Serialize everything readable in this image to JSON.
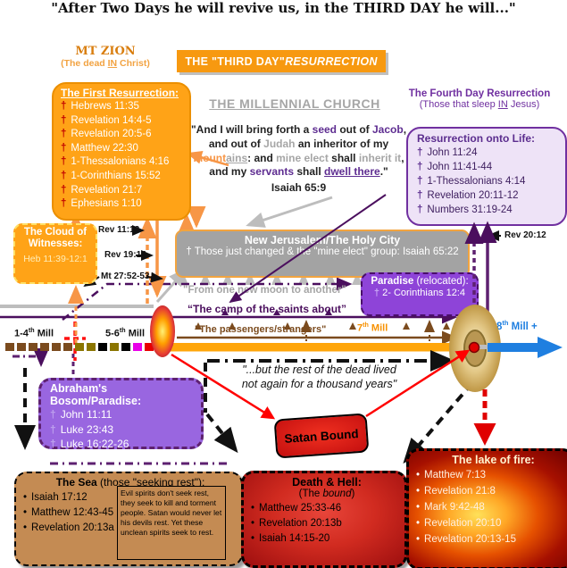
{
  "title": "\"After Two Days he will revive us, in the THIRD DAY he will...\"",
  "colors": {
    "banner_orange": "#F79910",
    "purple": "#7030A0",
    "purple_dark": "#4B0F5E",
    "red": "#E00000",
    "blue": "#1F7FE0",
    "brown": "#7B4B1E",
    "gray": "#A6A6A6"
  },
  "mt_zion": {
    "title": "MT ZION",
    "subtitle_segments": [
      {
        "t": "(The dead "
      },
      {
        "t": "IN",
        "u": 1
      },
      {
        "t": " Christ)"
      }
    ]
  },
  "banner_segments": [
    {
      "t": "THE \"THIRD DAY\" "
    },
    {
      "t": "RESURRECTION",
      "i": 1
    }
  ],
  "first_resurrection": {
    "title": "The First Resurrection:",
    "bullet": "†",
    "items": [
      "Hebrews 11:35",
      "Revelation 14:4-5",
      "Revelation 20:5-6",
      "Matthew 22:30",
      "1-Thessalonians 4:16",
      "1-Corinthians 15:52",
      "Revelation 21:7",
      "Ephesians 1:10"
    ]
  },
  "millennial_church": {
    "heading": "THE MILLENNIAL CHURCH",
    "quote_segments": [
      {
        "t": "\"And I will bring forth a "
      },
      {
        "t": "seed",
        "c": "#5E2D91"
      },
      {
        "t": " out of "
      },
      {
        "t": "Jacob",
        "c": "#5E2D91"
      },
      {
        "t": ","
      },
      {
        "br": 1
      },
      {
        "t": "and out of "
      },
      {
        "t": "Judah",
        "c": "#A6A6A6"
      },
      {
        "t": " an inheritor of my"
      },
      {
        "br": 1
      },
      {
        "t": "mount",
        "c": "#F79646"
      },
      {
        "t": "ains",
        "c": "#A6A6A6",
        "u": 1
      },
      {
        "t": ": and "
      },
      {
        "t": "mine elect",
        "c": "#A6A6A6"
      },
      {
        "t": " shall "
      },
      {
        "t": "inherit it",
        "c": "#A6A6A6"
      },
      {
        "t": ","
      },
      {
        "br": 1
      },
      {
        "t": "and my "
      },
      {
        "t": "servants",
        "c": "#5E2D91"
      },
      {
        "t": " shall "
      },
      {
        "t": "dwell there",
        "c": "#5E2D91",
        "u": 1
      },
      {
        "t": ".\""
      }
    ],
    "reference": "Isaiah 65:9"
  },
  "fourth_day": {
    "title": "The Fourth Day Resurrection",
    "subtitle_segments": [
      {
        "t": "(Those that sleep "
      },
      {
        "t": "IN",
        "u": 1
      },
      {
        "t": " Jesus)"
      }
    ]
  },
  "resurrection_life": {
    "title": "Resurrection onto Life:",
    "bullet": "†",
    "items": [
      "John 11:24",
      "John 11:41-44",
      "1-Thessalonians 4:14",
      "Revelation 20:11-12",
      "Numbers 31:19-24"
    ]
  },
  "cloud_witnesses": {
    "title": "The Cloud of Witnesses:",
    "reference": "Heb 11:39-12:1"
  },
  "labels": {
    "rev1112": "Rev 11:12",
    "rev1914": "Rev 19:14",
    "mt275253": "Mt 27:52-53",
    "rev2012": "Rev 20:12"
  },
  "new_jerusalem": {
    "title": "New Jerusalem/The Holy City",
    "subtitle": "† Those just changed & the \"mine elect\" group: Isaiah 65:22"
  },
  "paradise": {
    "title_segments": [
      {
        "t": "Paradise",
        "b": 1
      },
      {
        "t": " (relocated):"
      }
    ],
    "item_segments": [
      {
        "t": "† ",
        "c": "#C9A7F5",
        "b": 1
      },
      {
        "t": "2- Corinthians 12:4"
      }
    ]
  },
  "timeline": {
    "new_moon": "\"From one new moon to another\"",
    "camp": "“The camp of the saints about”",
    "passengers": "\"The passengers/strangers\"",
    "mill_1_4_segments": [
      {
        "t": "1-4"
      },
      {
        "t": "th",
        "sup": 1
      },
      {
        "t": " Mill"
      }
    ],
    "mill_5_6_segments": [
      {
        "t": "5-6"
      },
      {
        "t": "th",
        "sup": 1
      },
      {
        "t": " Mill"
      }
    ],
    "mill_7_segments": [
      {
        "t": "7"
      },
      {
        "t": "th",
        "sup": 1
      },
      {
        "t": " Mill"
      }
    ],
    "mill_8_segments": [
      {
        "t": "8"
      },
      {
        "t": "th",
        "sup": 1
      },
      {
        "t": " Mill  +"
      }
    ],
    "bar_segments": [
      "#7B4B1E",
      "#7B4B1E",
      "#7B4B1E",
      "#7B4B1E",
      "#7B4B1E",
      "#7B4B1E",
      "#8B7500",
      "#8B7500",
      "#000000",
      "#8B7500",
      "#000000",
      "#E800E8",
      "#E80000"
    ]
  },
  "rest_of_dead_segments": [
    {
      "t": "\"...but the rest of the dead lived"
    },
    {
      "br": 1
    },
    {
      "t": "not again for a thousand years\""
    }
  ],
  "satan_bound": "Satan Bound",
  "abrahams_bosom": {
    "title": "Abraham's Bosom/Paradise:",
    "bullet": "†",
    "items": [
      "John 11:11",
      "Luke 23:43",
      "Luke 16:22-26"
    ]
  },
  "the_sea": {
    "title_segments": [
      {
        "t": "The Sea",
        "b": 1
      },
      {
        "t": " (those \"seeking rest\"):"
      }
    ],
    "bullet": "•",
    "items": [
      "Isaiah 17:12",
      "Matthew 12:43-45",
      "Revelation 20:13a"
    ],
    "note": "Evil spirits don't seek rest, they seek to kill and torment people.  Satan would never let his devils rest. Yet these unclean spirits seek to rest."
  },
  "death_hell": {
    "title": "Death & Hell:",
    "subtitle_segments": [
      {
        "t": "(The "
      },
      {
        "t": "bound",
        "i": 1
      },
      {
        "t": ")"
      }
    ],
    "bullet": "•",
    "items": [
      "Matthew 25:33-46",
      "Revelation 20:13b",
      "Isaiah 14:15-20"
    ]
  },
  "lake_of_fire": {
    "title": "The lake of fire:",
    "bullet": "•",
    "items": [
      "Matthew 7:13",
      "Revelation 21:8",
      "Mark 9:42-48",
      "Revelation 20:10",
      "Revelation 20:13-15"
    ]
  }
}
